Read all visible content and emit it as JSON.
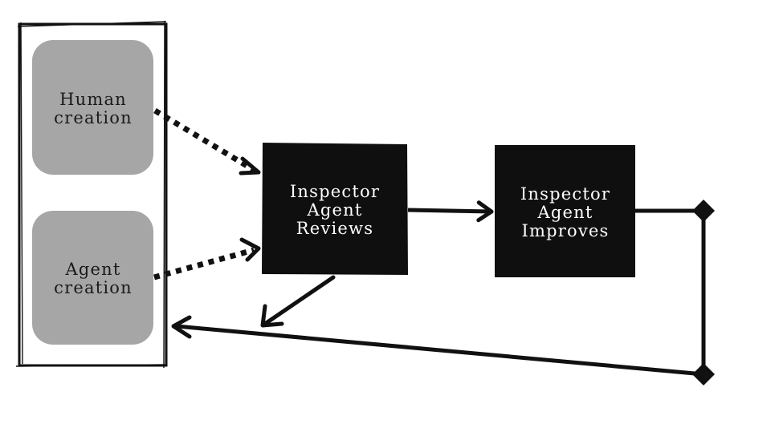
{
  "nodes": {
    "human_creation": {
      "lines": [
        "Human",
        "creation"
      ]
    },
    "agent_creation": {
      "lines": [
        "Agent",
        "creation"
      ]
    },
    "inspector_reviews": {
      "lines": [
        "Inspector",
        "Agent",
        "Reviews"
      ]
    },
    "inspector_improves": {
      "lines": [
        "Inspector",
        "Agent",
        "Improves"
      ]
    }
  },
  "colors": {
    "source_box_fill": "#a6a6a6",
    "process_box_fill": "#0f0f0f",
    "line": "#111111",
    "background": "#ffffff"
  },
  "edges": [
    {
      "from": "human_creation",
      "to": "inspector_reviews",
      "style": "dotted"
    },
    {
      "from": "agent_creation",
      "to": "inspector_reviews",
      "style": "dotted"
    },
    {
      "from": "inspector_reviews",
      "to": "inspector_improves",
      "style": "solid"
    },
    {
      "from": "inspector_reviews",
      "to": "creation_sources",
      "style": "solid"
    },
    {
      "from": "inspector_improves",
      "to": "creation_sources",
      "style": "solid",
      "markers": "diamond-corners"
    }
  ]
}
